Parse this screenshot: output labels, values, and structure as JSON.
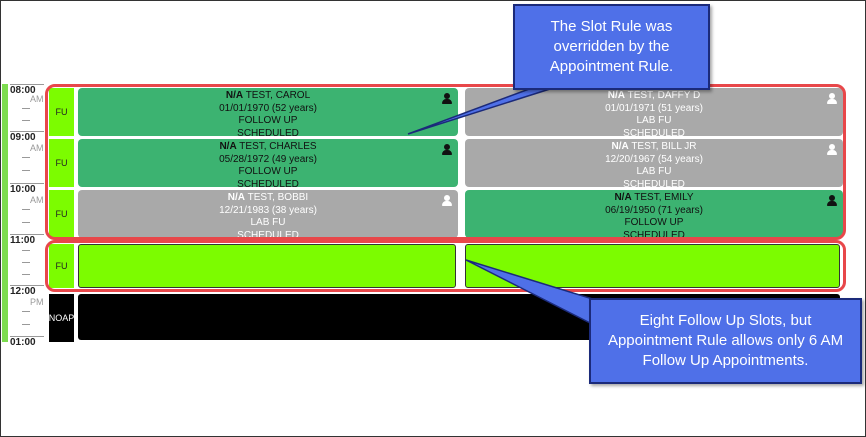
{
  "time_gutter": {
    "hours": [
      "08:00",
      "09:00",
      "10:00",
      "11:00",
      "12:00",
      "01:00"
    ],
    "am_label": "AM",
    "pm_label": "PM"
  },
  "slot_labels": [
    "FU",
    "FU",
    "FU",
    "FU",
    "NOAP"
  ],
  "appointments": [
    {
      "prefix": "N/A",
      "name": "TEST, CAROL",
      "dob": "01/01/1970 (52 years)",
      "type": "FOLLOW UP",
      "status": "SCHEDULED",
      "color": "green"
    },
    {
      "prefix": "N/A",
      "name": "TEST, DAFFY D",
      "dob": "01/01/1971 (51 years)",
      "type": "LAB FU",
      "status": "SCHEDULED",
      "color": "gray"
    },
    {
      "prefix": "N/A",
      "name": "TEST, CHARLES",
      "dob": "05/28/1972 (49 years)",
      "type": "FOLLOW UP",
      "status": "SCHEDULED",
      "color": "green"
    },
    {
      "prefix": "N/A",
      "name": "TEST, BILL JR",
      "dob": "12/20/1967 (54 years)",
      "type": "LAB FU",
      "status": "SCHEDULED",
      "color": "gray"
    },
    {
      "prefix": "N/A",
      "name": "TEST, BOBBI",
      "dob": "12/21/1983 (38 years)",
      "type": "LAB FU",
      "status": "SCHEDULED",
      "color": "gray"
    },
    {
      "prefix": "N/A",
      "name": "TEST, EMILY",
      "dob": "06/19/1950 (71 years)",
      "type": "FOLLOW UP",
      "status": "SCHEDULED",
      "color": "green"
    }
  ],
  "callouts": {
    "top": "The Slot Rule was overridden by the Appointment Rule.",
    "bottom": "Eight Follow Up Slots, but Appointment Rule allows only 6 AM Follow Up Appointments."
  },
  "colors": {
    "appt_green": "#3cb371",
    "appt_gray": "#a9a9a9",
    "open_slot": "#7cfc00",
    "highlight_red": "#e8474a",
    "callout_blue": "#4f70e8"
  }
}
